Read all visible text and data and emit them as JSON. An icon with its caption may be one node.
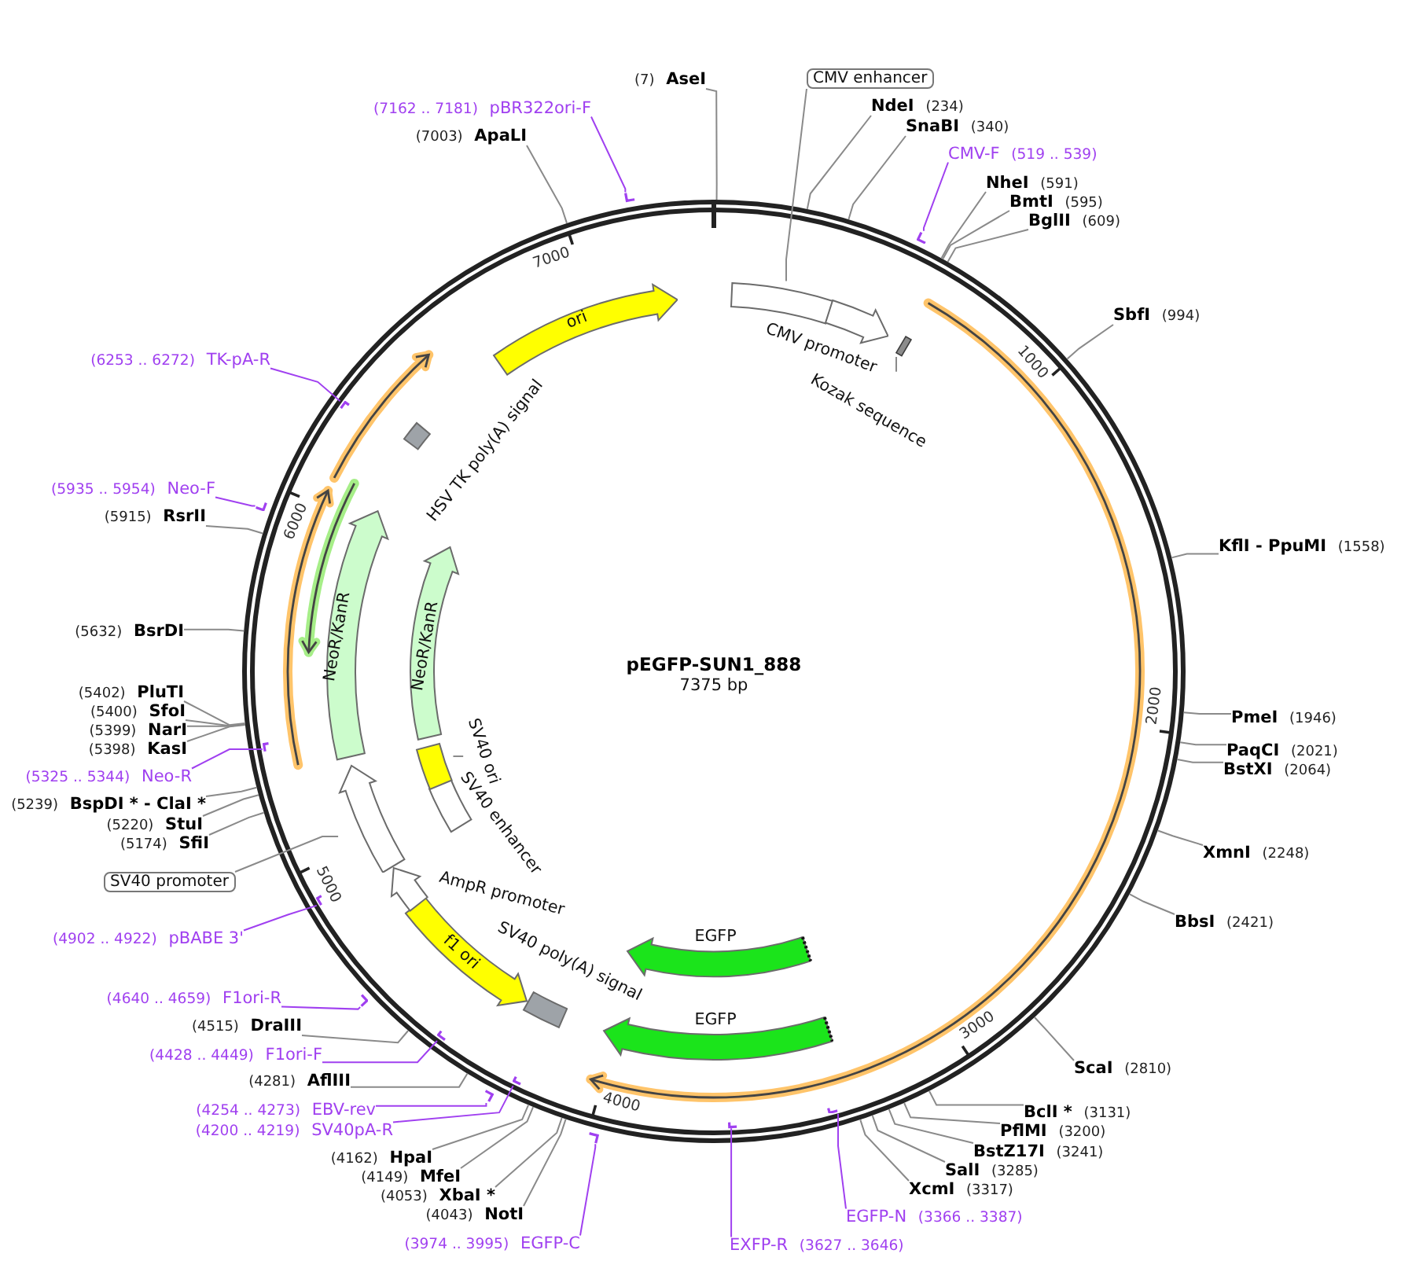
{
  "diagram": {
    "title": "pEGFP-SUN1_888",
    "nodes": [
      {
        "text": [
          "(7)",
          "AseI"
        ]
      },
      {
        "text": [
          "CMV enhancer"
        ]
      },
      {
        "text": [
          "NdeI",
          "(234)"
        ]
      },
      {
        "text": [
          "SnaBI",
          "(340)"
        ]
      },
      {
        "text": [
          "CMV-F",
          "(519 .. 539)"
        ]
      },
      {
        "text": [
          "NheI",
          "(591)"
        ]
      },
      {
        "text": [
          "BmtI",
          "(595)"
        ]
      },
      {
        "text": [
          "BglII",
          "(609)"
        ]
      },
      {
        "text": [
          "SbfI",
          "(994)"
        ]
      },
      {
        "text": [
          "KflI - PpuMI",
          "(1558)"
        ]
      },
      {
        "text": [
          "PmeI",
          "(1946)"
        ]
      },
      {
        "text": [
          "PaqCI",
          "(2021)"
        ]
      },
      {
        "text": [
          "BstXI",
          "(2064)"
        ]
      },
      {
        "text": [
          "XmnI",
          "(2248)"
        ]
      },
      {
        "text": [
          "BbsI",
          "(2421)"
        ]
      },
      {
        "text": [
          "ScaI",
          "(2810)"
        ]
      },
      {
        "text": [
          "BclI *",
          "(3131)"
        ]
      },
      {
        "text": [
          "PflMI",
          "(3200)"
        ]
      },
      {
        "text": [
          "BstZ17I",
          "(3241)"
        ]
      },
      {
        "text": [
          "SalI",
          "(3285)"
        ]
      },
      {
        "text": [
          "XcmI",
          "(3317)"
        ]
      },
      {
        "text": [
          "EGFP-N",
          "(3366 .. 3387)"
        ]
      },
      {
        "text": [
          "EXFP-R",
          "(3627 .. 3646)"
        ]
      },
      {
        "text": [
          "(3974 .. 3995)",
          "EGFP-C"
        ]
      },
      {
        "text": [
          "(4043)",
          "NotI"
        ]
      },
      {
        "text": [
          "(4053)",
          "XbaI *"
        ]
      },
      {
        "text": [
          "(4149)",
          "MfeI"
        ]
      },
      {
        "text": [
          "(4162)",
          "HpaI"
        ]
      },
      {
        "text": [
          "(4200 .. 4219)",
          "SV40pA-R"
        ]
      },
      {
        "text": [
          "(4254 .. 4273)",
          "EBV-rev"
        ]
      },
      {
        "text": [
          "(4281)",
          "AflIII"
        ]
      },
      {
        "text": [
          "(4428 .. 4449)",
          "F1ori-F"
        ]
      },
      {
        "text": [
          "(4515)",
          "DraIII"
        ]
      },
      {
        "text": [
          "(4640 .. 4659)",
          "F1ori-R"
        ]
      },
      {
        "text": [
          "(4902 .. 4922)",
          "pBABE 3'"
        ]
      },
      {
        "text": [
          "SV40 promoter"
        ]
      },
      {
        "text": [
          "(5174)",
          "SfiI"
        ]
      },
      {
        "text": [
          "(5220)",
          "StuI"
        ]
      },
      {
        "text": [
          "(5239)",
          "BspDI * - ClaI *"
        ]
      },
      {
        "text": [
          "(5325 .. 5344)",
          "Neo-R"
        ]
      },
      {
        "text": [
          "(5398)",
          "KasI"
        ]
      },
      {
        "text": [
          "(5399)",
          "NarI"
        ]
      },
      {
        "text": [
          "(5400)",
          "SfoI"
        ]
      },
      {
        "text": [
          "(5402)",
          "PluTI"
        ]
      },
      {
        "text": [
          "(5632)",
          "BsrDI"
        ]
      },
      {
        "text": [
          "(5915)",
          "RsrII"
        ]
      },
      {
        "text": [
          "(5935 .. 5954)",
          "Neo-F"
        ]
      },
      {
        "text": [
          "(6253 .. 6272)",
          "TK-pA-R"
        ]
      },
      {
        "text": [
          "(7003)",
          "ApaLI"
        ]
      },
      {
        "text": [
          "(7162 .. 7181)",
          "pBR322ori-F"
        ]
      },
      {
        "text": [],
        "shape": "bar"
      },
      {
        "text": [],
        "shape": "bar"
      },
      {
        "text": [],
        "shape": "bar"
      },
      {
        "text": [],
        "shape": "bar"
      },
      {
        "text": [],
        "shape": "bar"
      },
      {
        "text": [],
        "shape": "bar"
      },
      {
        "text": [],
        "shape": "bar"
      },
      {
        "text": [],
        "shape": "bar"
      },
      {
        "text": [],
        "shape": "bar"
      },
      {
        "text": [],
        "shape": "bar"
      },
      {
        "text": [],
        "shape": "bar"
      },
      {
        "text": [],
        "shape": "bar"
      },
      {
        "text": [],
        "shape": "bar"
      },
      {
        "text": [],
        "shape": "box"
      },
      {
        "text": [
          "CMV promoter"
        ]
      },
      {
        "text": [],
        "shape": "bar"
      },
      {
        "text": [
          "Kozak sequence"
        ]
      },
      {
        "text": [
          "EGFP"
        ]
      },
      {
        "text": [
          "EGFP"
        ]
      },
      {
        "text": [
          "SV40 poly(A) signal"
        ]
      },
      {
        "text": [
          "f1 ori"
        ]
      },
      {
        "text": [
          "AmpR promoter"
        ]
      },
      {
        "text": [],
        "shape": "arrow"
      },
      {
        "text": [
          "SV40 enhancer"
        ]
      },
      {
        "text": [],
        "shape": "box"
      },
      {
        "text": [
          "SV40 ori"
        ]
      },
      {
        "text": [
          "NeoR/KanR"
        ]
      },
      {
        "text": [
          "NeoR/KanR"
        ]
      },
      {
        "text": [
          "HSV TK poly(A) signal"
        ]
      },
      {
        "text": [
          "ori"
        ]
      }
    ],
    "edges": [
      {
        "from": 0,
        "to": null,
        "arrow": "none"
      },
      {
        "from": 1,
        "to": 63,
        "arrow": "none"
      },
      {
        "from": 2,
        "to": null,
        "arrow": "none"
      },
      {
        "from": 3,
        "to": null,
        "arrow": "none"
      },
      {
        "from": 4,
        "to": 50,
        "arrow": "none",
        "color": "#a040f0"
      },
      {
        "from": 5,
        "to": null,
        "arrow": "none"
      },
      {
        "from": 6,
        "to": null,
        "arrow": "none"
      },
      {
        "from": 7,
        "to": null,
        "arrow": "none"
      },
      {
        "from": 8,
        "to": null,
        "arrow": "none"
      },
      {
        "from": 9,
        "to": null,
        "arrow": "none"
      },
      {
        "from": 10,
        "to": null,
        "arrow": "none"
      },
      {
        "from": 11,
        "to": null,
        "arrow": "none"
      },
      {
        "from": 12,
        "to": null,
        "arrow": "none"
      },
      {
        "from": 13,
        "to": null,
        "arrow": "none"
      },
      {
        "from": 14,
        "to": null,
        "arrow": "none"
      },
      {
        "from": 15,
        "to": null,
        "arrow": "none"
      },
      {
        "from": 16,
        "to": null,
        "arrow": "none"
      },
      {
        "from": 17,
        "to": null,
        "arrow": "none"
      },
      {
        "from": 18,
        "to": null,
        "arrow": "none"
      },
      {
        "from": 19,
        "to": null,
        "arrow": "none"
      },
      {
        "from": 20,
        "to": null,
        "arrow": "none"
      },
      {
        "from": 21,
        "to": 51,
        "arrow": "none",
        "color": "#a040f0"
      },
      {
        "from": 22,
        "to": 52,
        "arrow": "none",
        "color": "#a040f0"
      },
      {
        "from": 23,
        "to": 53,
        "arrow": "none",
        "color": "#a040f0"
      },
      {
        "from": 24,
        "to": null,
        "arrow": "none"
      },
      {
        "from": 25,
        "to": null,
        "arrow": "none"
      },
      {
        "from": 26,
        "to": null,
        "arrow": "none"
      },
      {
        "from": 27,
        "to": null,
        "arrow": "none"
      },
      {
        "from": 28,
        "to": 54,
        "arrow": "none",
        "color": "#a040f0"
      },
      {
        "from": 29,
        "to": 55,
        "arrow": "none",
        "color": "#a040f0"
      },
      {
        "from": 30,
        "to": null,
        "arrow": "none"
      },
      {
        "from": 31,
        "to": 56,
        "arrow": "none",
        "color": "#a040f0"
      },
      {
        "from": 32,
        "to": null,
        "arrow": "none"
      },
      {
        "from": 33,
        "to": 57,
        "arrow": "none",
        "color": "#a040f0"
      },
      {
        "from": 34,
        "to": 58,
        "arrow": "none",
        "color": "#a040f0"
      },
      {
        "from": 35,
        "to": 72,
        "arrow": "none"
      },
      {
        "from": 36,
        "to": null,
        "arrow": "none"
      },
      {
        "from": 37,
        "to": null,
        "arrow": "none"
      },
      {
        "from": 38,
        "to": null,
        "arrow": "none"
      },
      {
        "from": 39,
        "to": 59,
        "arrow": "none",
        "color": "#a040f0"
      },
      {
        "from": 40,
        "to": null,
        "arrow": "none"
      },
      {
        "from": 41,
        "to": null,
        "arrow": "none"
      },
      {
        "from": 42,
        "to": null,
        "arrow": "none"
      },
      {
        "from": 43,
        "to": null,
        "arrow": "none"
      },
      {
        "from": 44,
        "to": null,
        "arrow": "none"
      },
      {
        "from": 45,
        "to": null,
        "arrow": "none"
      },
      {
        "from": 46,
        "to": 60,
        "arrow": "none",
        "color": "#a040f0"
      },
      {
        "from": 47,
        "to": 61,
        "arrow": "none",
        "color": "#a040f0"
      },
      {
        "from": 48,
        "to": null,
        "arrow": "none"
      },
      {
        "from": 49,
        "to": 62,
        "arrow": "none",
        "color": "#a040f0"
      },
      {
        "from": 66,
        "to": 65,
        "arrow": "none"
      },
      {
        "from": 75,
        "to": 74,
        "arrow": "none"
      }
    ],
    "labels": [
      "7375 bp",
      "1000",
      "2000",
      "3000",
      "4000",
      "5000",
      "6000",
      "7000"
    ]
  }
}
